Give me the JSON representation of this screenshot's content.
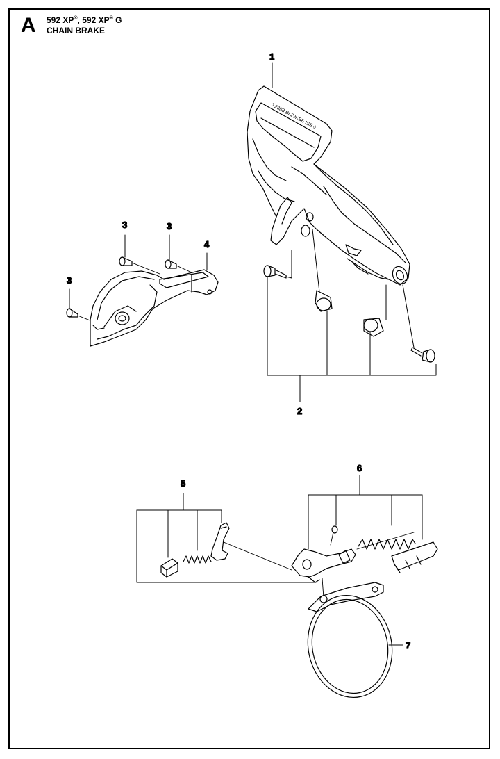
{
  "header": {
    "section_letter": "A",
    "model_a": "592 XP",
    "model_b": "592 XP",
    "model_suffix": "G",
    "registered_mark": "®",
    "title": "CHAIN BRAKE"
  },
  "guard_text": "◊ 2888 BI 29KBE ISS ◊",
  "callouts": [
    {
      "id": "callout-1",
      "label": "1"
    },
    {
      "id": "callout-2",
      "label": "2"
    },
    {
      "id": "callout-3a",
      "label": "3"
    },
    {
      "id": "callout-3b",
      "label": "3"
    },
    {
      "id": "callout-3c",
      "label": "3"
    },
    {
      "id": "callout-4",
      "label": "4"
    },
    {
      "id": "callout-5",
      "label": "5"
    },
    {
      "id": "callout-6",
      "label": "6"
    },
    {
      "id": "callout-7",
      "label": "7"
    }
  ]
}
